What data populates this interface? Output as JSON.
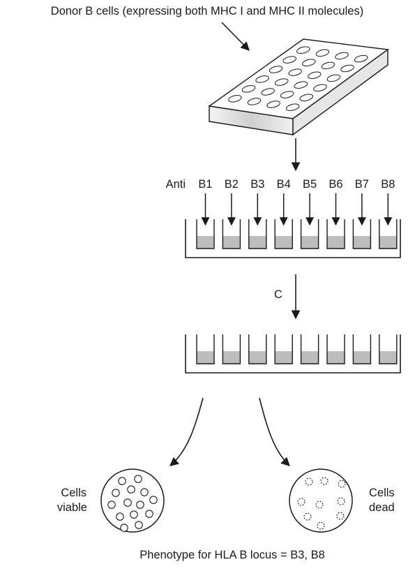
{
  "title": "Donor B cells (expressing both MHC I and MHC II molecules)",
  "anti_label": "Anti",
  "antisera": [
    "B1",
    "B2",
    "B3",
    "B4",
    "B5",
    "B6",
    "B7",
    "B8"
  ],
  "complement_label": "C",
  "left_result": {
    "line1": "Cells",
    "line2": "viable"
  },
  "right_result": {
    "line1": "Cells",
    "line2": "dead"
  },
  "caption": "Phenotype for HLA B locus = B3, B8",
  "colors": {
    "ink": "#1a1a1a",
    "fluid": "#bdbdbd",
    "plate_shade": "#d9d9d9"
  }
}
